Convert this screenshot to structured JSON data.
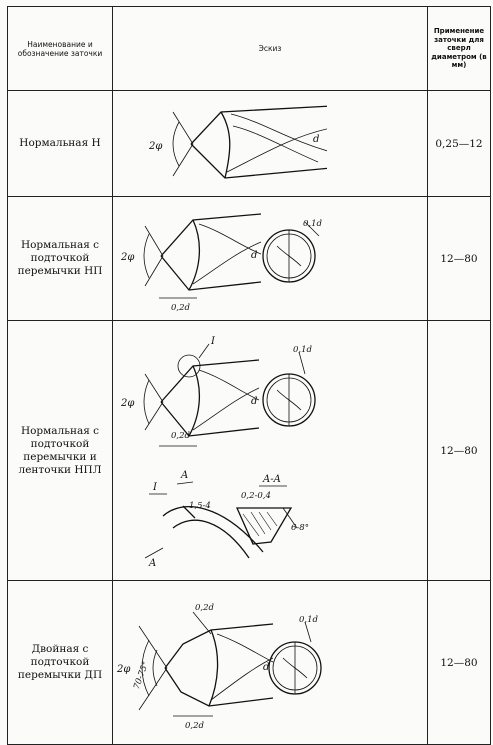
{
  "header": {
    "col1": "Наименование и обозначение заточки",
    "col2": "Эскиз",
    "col3": "Применение заточки для сверл диаметром (в мм)"
  },
  "rows": [
    {
      "name": "Нормальная Н",
      "range": "0,25—12",
      "labels": {
        "angle": "2φ",
        "diameter": "d"
      }
    },
    {
      "name": "Нормальная с подточкой перемычки НП",
      "range": "12—80",
      "labels": {
        "angle": "2φ",
        "diameter": "d",
        "web": "0,2d",
        "tip": "0,1d"
      }
    },
    {
      "name": "Нормальная с подточкой перемычки и ленточки НПЛ",
      "range": "12—80",
      "labels": {
        "angle": "2φ",
        "diameter": "d",
        "web": "0,2d",
        "tip": "0,1d",
        "detail": "I",
        "sectionMark": "A",
        "section": "A-A",
        "land": "1,5-4",
        "landWidth": "0,2-0,4",
        "landAngle": "6-8°"
      }
    },
    {
      "name": "Двойная с подточкой перемычки ДП",
      "range": "12—80",
      "labels": {
        "angle": "2φ",
        "diameter": "d",
        "web": "0,2d",
        "tip": "0,1d",
        "secondAngle": "70-75°"
      }
    }
  ]
}
